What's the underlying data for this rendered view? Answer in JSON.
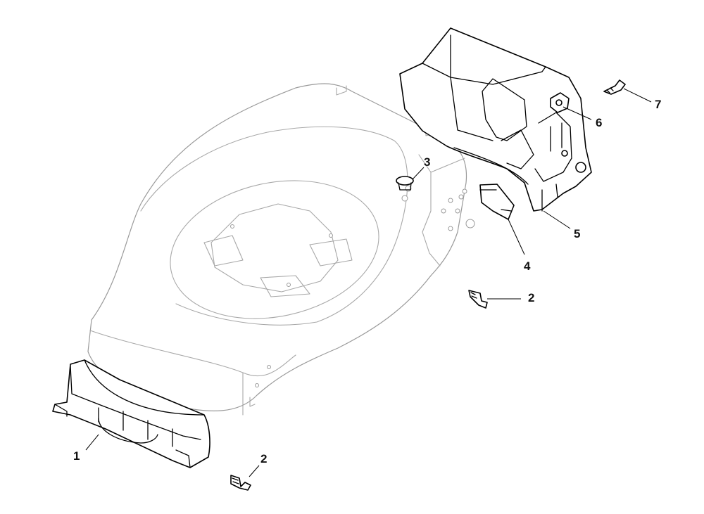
{
  "callouts": {
    "c1": "1",
    "c2a": "2",
    "c2b": "2",
    "c3": "3",
    "c4": "4",
    "c5": "5",
    "c6": "6",
    "c7": "7"
  },
  "colors": {
    "part_outline": "#000000",
    "deck_outline": "#9a9a9a",
    "background": "#ffffff"
  }
}
